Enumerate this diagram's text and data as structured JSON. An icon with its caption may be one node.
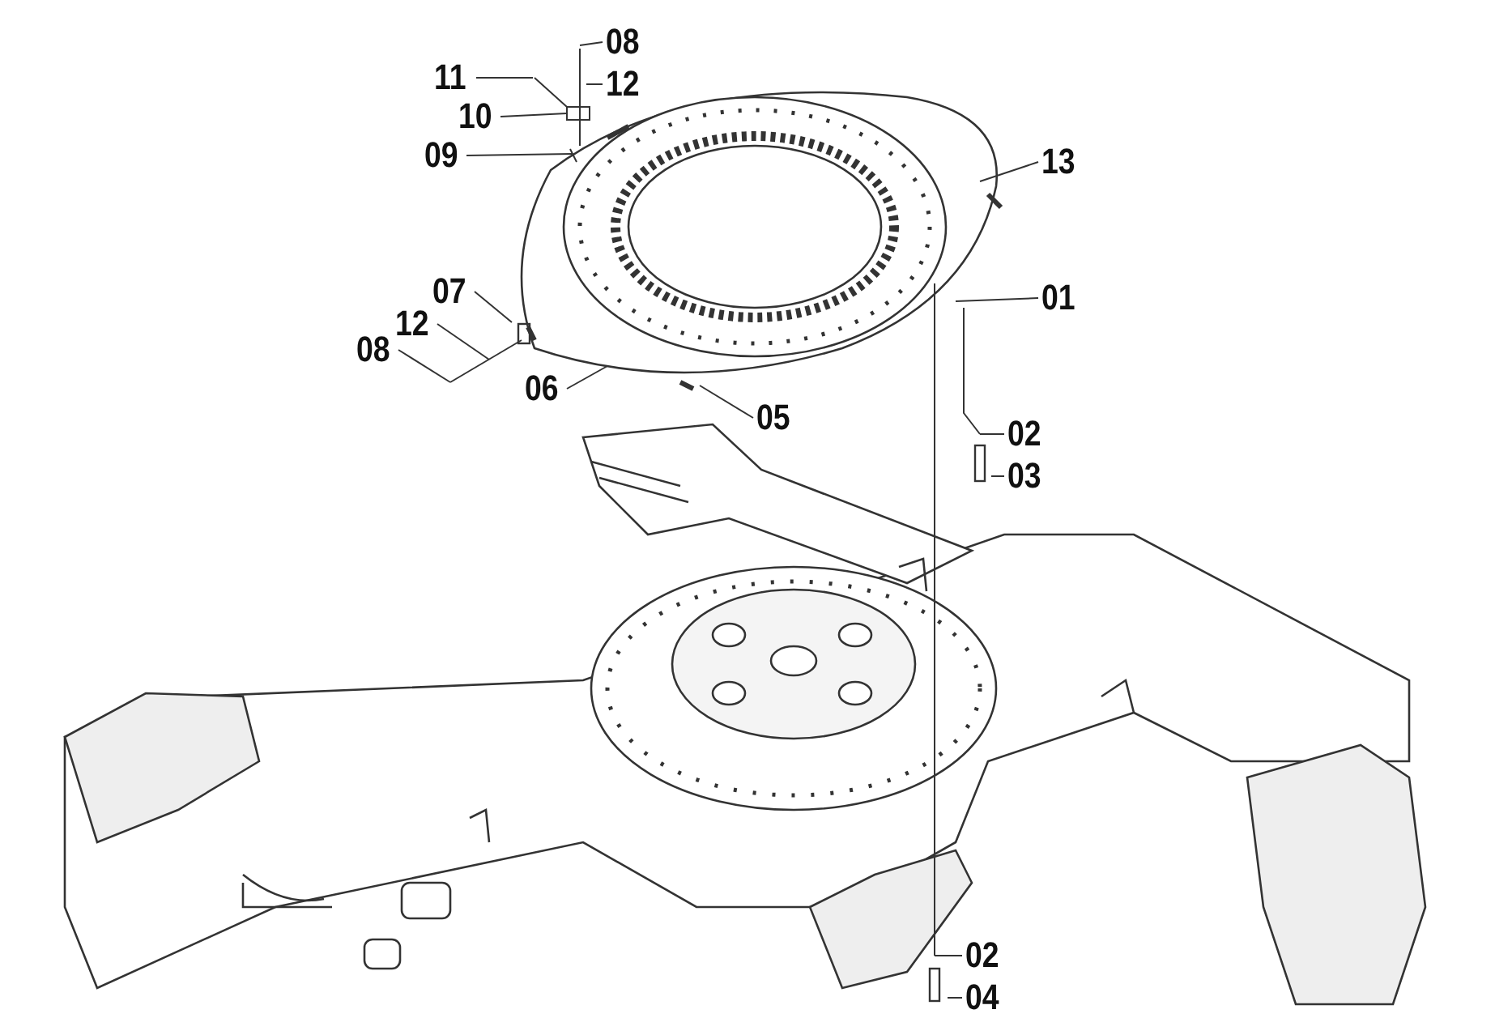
{
  "diagram": {
    "nodes": [
      {
        "text": [
          "08"
        ]
      },
      {
        "text": [
          "12"
        ]
      },
      {
        "text": [
          "11"
        ]
      },
      {
        "text": [
          "10"
        ]
      },
      {
        "text": [
          "09"
        ]
      },
      {
        "text": [
          "13"
        ]
      },
      {
        "text": [
          "01"
        ]
      },
      {
        "text": [
          "07"
        ]
      },
      {
        "text": [
          "12"
        ]
      },
      {
        "text": [
          "08"
        ]
      },
      {
        "text": [
          "06"
        ]
      },
      {
        "text": [
          "05"
        ]
      },
      {
        "text": [
          "02"
        ]
      },
      {
        "text": [
          "03"
        ]
      },
      {
        "text": [
          "02"
        ]
      },
      {
        "text": [
          "04"
        ]
      }
    ],
    "edges": [
      {
        "from": 0,
        "to": null,
        "arrow": "none"
      },
      {
        "from": 1,
        "to": null,
        "arrow": "none"
      },
      {
        "from": 2,
        "to": null,
        "arrow": "none"
      },
      {
        "from": 3,
        "to": null,
        "arrow": "none"
      },
      {
        "from": 4,
        "to": null,
        "arrow": "none"
      },
      {
        "from": 5,
        "to": null,
        "arrow": "none"
      },
      {
        "from": 6,
        "to": null,
        "arrow": "none"
      },
      {
        "from": 7,
        "to": null,
        "arrow": "none"
      },
      {
        "from": 8,
        "to": null,
        "arrow": "none"
      },
      {
        "from": 9,
        "to": null,
        "arrow": "none"
      },
      {
        "from": 10,
        "to": null,
        "arrow": "none"
      },
      {
        "from": 11,
        "to": null,
        "arrow": "none"
      },
      {
        "from": 12,
        "to": null,
        "arrow": "none"
      },
      {
        "from": 13,
        "to": null,
        "arrow": "none"
      },
      {
        "from": 14,
        "to": null,
        "arrow": "none"
      },
      {
        "from": 15,
        "to": null,
        "arrow": "none"
      }
    ]
  }
}
